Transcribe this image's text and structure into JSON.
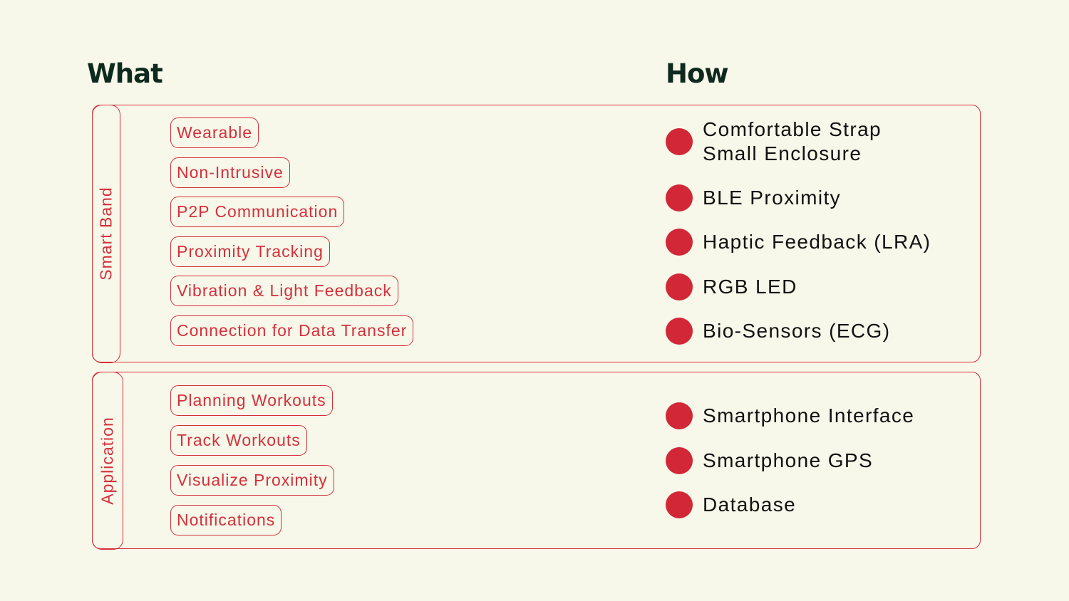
{
  "headers": {
    "what": "What",
    "how": "How"
  },
  "sections": [
    {
      "label": "Smart Band",
      "what": [
        "Wearable",
        "Non-Intrusive",
        "P2P Communication",
        "Proximity Tracking",
        "Vibration & Light Feedback",
        "Connection for Data Transfer"
      ],
      "how": [
        {
          "line1": "Comfortable Strap",
          "line2": "Small Enclosure"
        },
        {
          "line1": "BLE Proximity"
        },
        {
          "line1": "Haptic Feedback (LRA)"
        },
        {
          "line1": "RGB LED"
        },
        {
          "line1": "Bio-Sensors (ECG)"
        }
      ]
    },
    {
      "label": "Application",
      "what": [
        "Planning Workouts",
        "Track Workouts",
        "Visualize Proximity",
        "Notifications"
      ],
      "how": [
        {
          "line1": "Smartphone Interface"
        },
        {
          "line1": "Smartphone GPS"
        },
        {
          "line1": "Database"
        }
      ]
    }
  ],
  "colors": {
    "accent": "#d4303a",
    "dot": "#d12736",
    "background": "#f7f7ea",
    "heading": "#0e2a1e"
  }
}
